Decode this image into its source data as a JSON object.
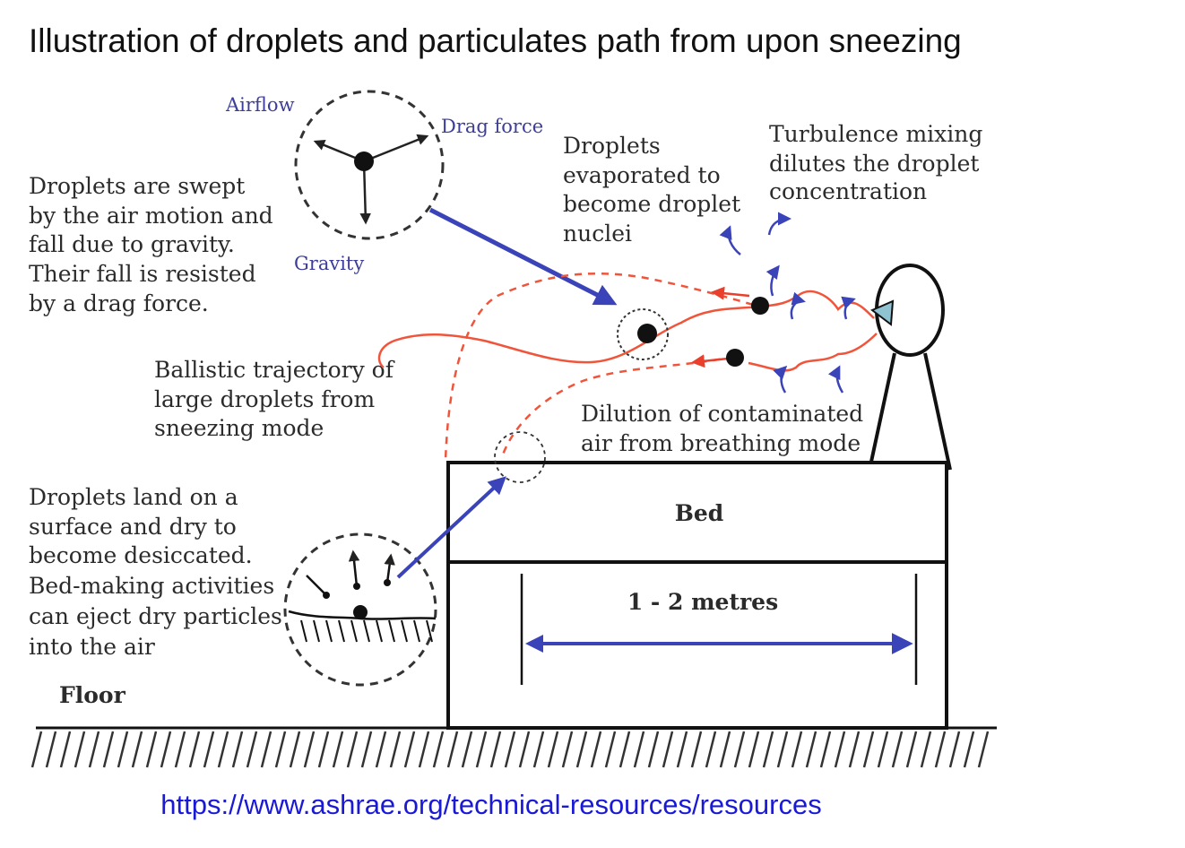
{
  "title": "Illustration of droplets and particulates path from upon sneezing",
  "source_url": "https://www.ashrae.org/technical-resources/resources",
  "force_labels": {
    "airflow": "Airflow",
    "drag_force": "Drag force",
    "gravity": "Gravity"
  },
  "annotations": {
    "swept": [
      "Droplets are swept",
      "by the air motion and",
      "fall due to gravity.",
      "Their fall is resisted",
      "by a drag force."
    ],
    "evaporated": [
      "Droplets",
      "evaporated to",
      "become droplet",
      "nuclei"
    ],
    "turbulence": [
      "Turbulence  mixing",
      "dilutes the droplet",
      "concentration"
    ],
    "ballistic": [
      "Ballistic trajectory of",
      "large droplets from",
      "sneezing mode"
    ],
    "dilution": [
      "Dilution of contaminated",
      "air from breathing mode"
    ],
    "land": [
      "Droplets land on a",
      "surface and dry to",
      "become desiccated.",
      "Bed-making activities",
      "can eject dry particles",
      "into the air"
    ]
  },
  "bed_label": "Bed",
  "distance_label": "1 - 2 metres",
  "floor_label": "Floor",
  "colors": {
    "accent_blue": "#3a44b8",
    "trajectory_red": "#f0543a",
    "ink": "#1a1a1a"
  }
}
